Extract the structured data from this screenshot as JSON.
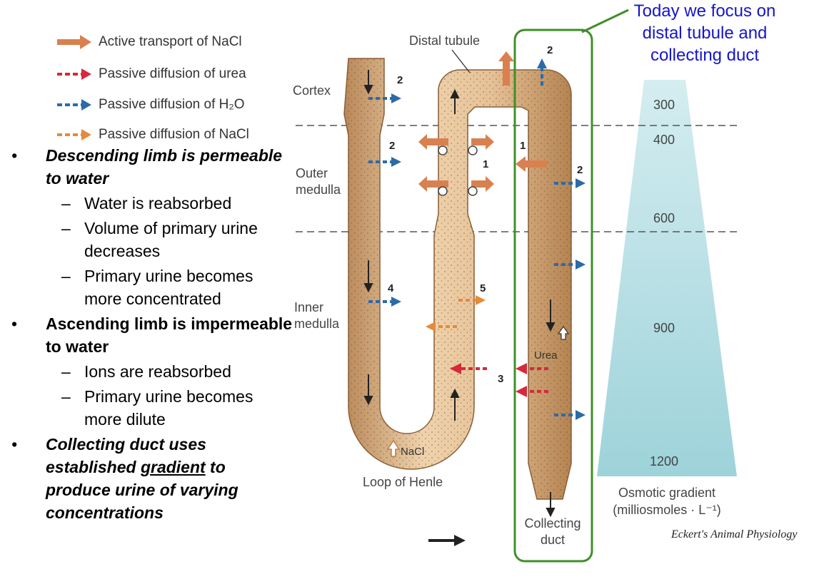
{
  "legend": [
    {
      "label": "Active transport of NaCl",
      "style": "solid",
      "color": "#d9804f"
    },
    {
      "label": "Passive diffusion of urea",
      "style": "dashed",
      "color": "#d42a3a"
    },
    {
      "label": "Passive diffusion of H₂O",
      "style": "dashed",
      "color": "#2c6aa8"
    },
    {
      "label": "Passive diffusion of NaCl",
      "style": "dashed",
      "color": "#e58a3a"
    }
  ],
  "bullets": {
    "b1": "Descending limb is permeable to water",
    "b1_subs": [
      "Water is reabsorbed",
      "Volume of primary urine decreases",
      "Primary urine becomes more concentrated"
    ],
    "b2": "Ascending limb is impermeable to water",
    "b2_subs": [
      "Ions are reabsorbed",
      "Primary urine becomes more dilute"
    ],
    "b3_pre": "Collecting duct uses established ",
    "b3_u": "gradient",
    "b3_post": " to produce urine of varying concentrations"
  },
  "diagram": {
    "distal_tubule": "Distal tubule",
    "cortex": "Cortex",
    "outer_medulla": "Outer medulla",
    "inner_medulla": "Inner medulla",
    "loop_of_henle": "Loop of Henle",
    "collecting_duct": "Collecting duct",
    "nacl": "NaCl",
    "urea": "Urea",
    "numbers": [
      "2",
      "2",
      "2",
      "2",
      "1",
      "1",
      "4",
      "5",
      "3"
    ]
  },
  "gradient": {
    "values": [
      "300",
      "400",
      "600",
      "900",
      "1200"
    ],
    "title": "Osmotic gradient",
    "unit": "(milliosmoles · L⁻¹)",
    "color": "#a9d8dc"
  },
  "focus_note": "Today we focus on distal tubule and collecting duct",
  "credit": "Eckert's Animal Physiology",
  "highlight_color": "#3f8f28"
}
